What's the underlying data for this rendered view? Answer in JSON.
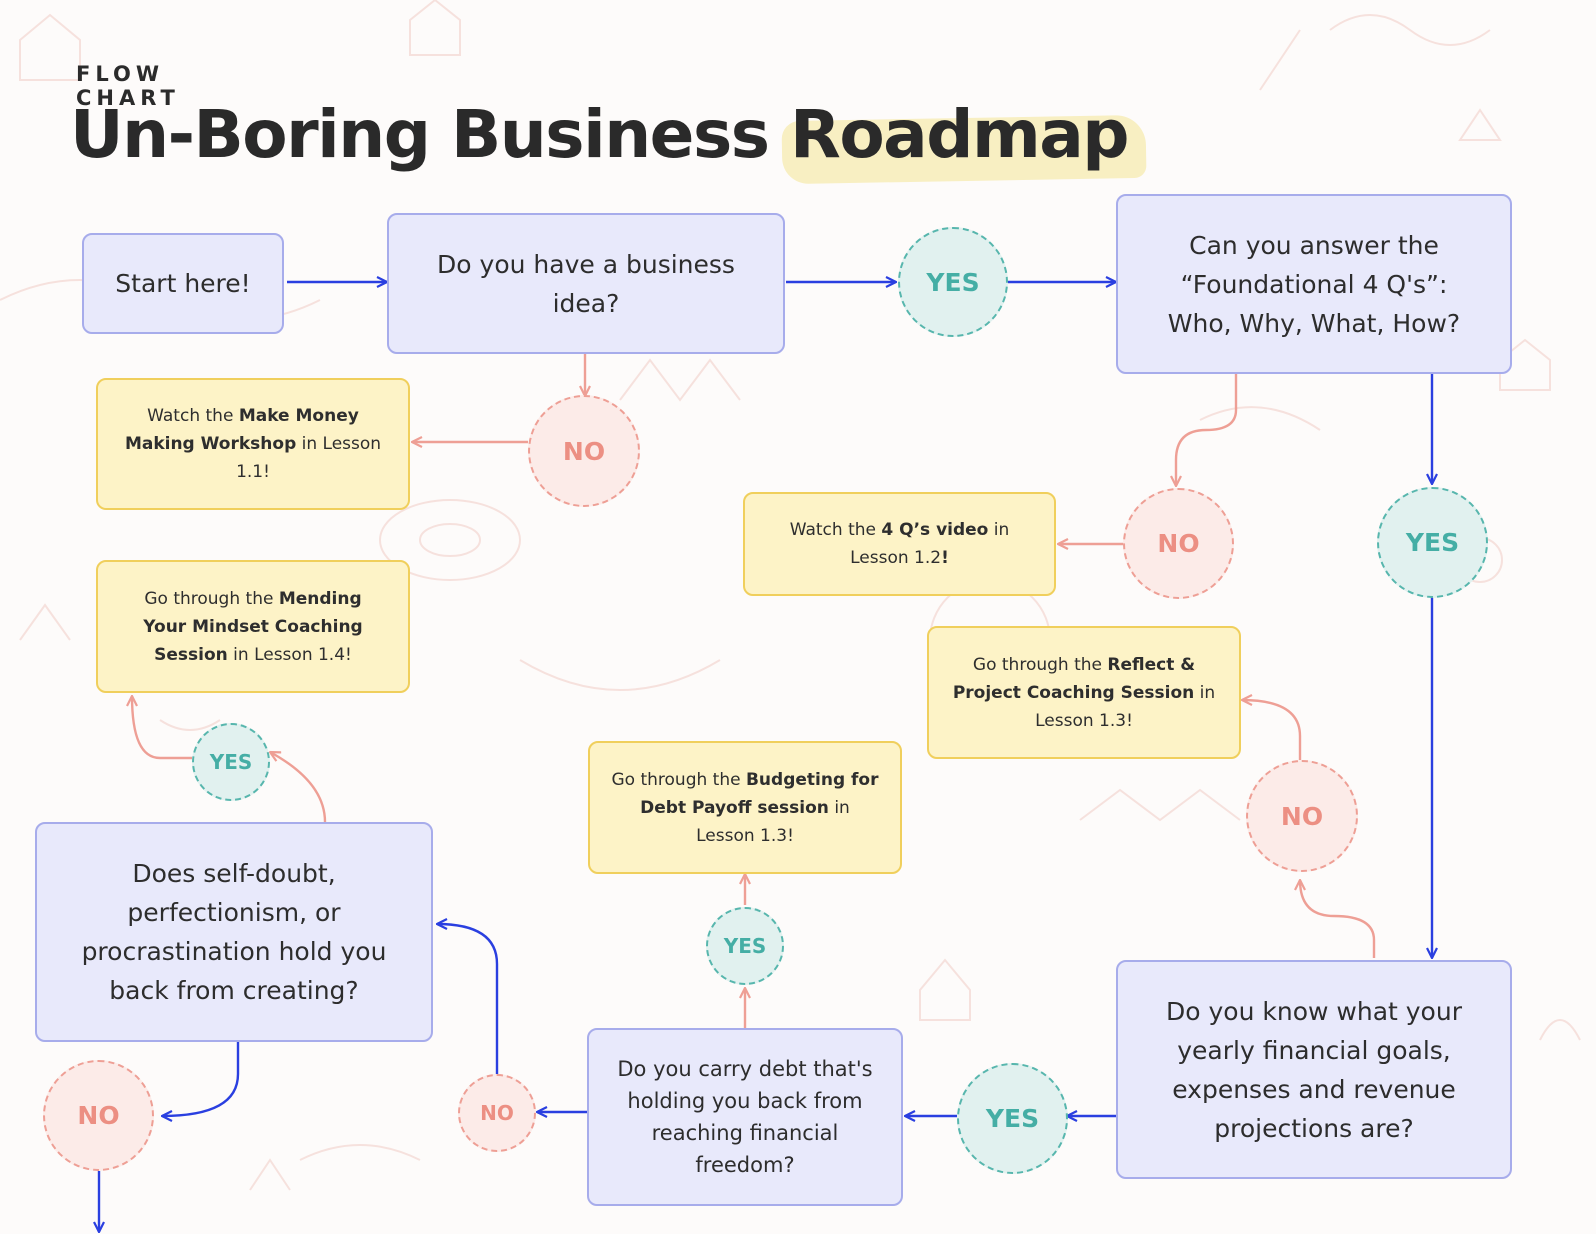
{
  "header": {
    "eyebrow": "FLOW CHART",
    "title_main": "Un-Boring Business ",
    "title_highlight": "Roadmap"
  },
  "colors": {
    "question_fill": "#e8e9fb",
    "question_border": "#a7aceb",
    "action_fill": "#fdf3c7",
    "action_border": "#f0cf5c",
    "yes_color": "#45aea5",
    "no_color": "#ec8f83",
    "yes_arrow": "#2a3fe0",
    "no_arrow": "#ee9f95",
    "title_highlight": "#f8efc2"
  },
  "questions": {
    "start": "Start here!",
    "business_idea": "Do you have a business idea?",
    "foundational": "Can you answer the “Foundational 4 Q's”: Who, Why, What, How?",
    "financial_goals": "Do you know what your yearly financial goals, expenses and revenue projections are?",
    "debt": "Do you carry debt that's holding you back from reaching financial freedom?",
    "self_doubt": "Does self-doubt, perfectionism, or procrastination hold you back from creating?"
  },
  "actions": {
    "make_money": {
      "pre": "Watch the ",
      "bold": "Make Money Making Workshop",
      "post": " in Lesson 1.1!"
    },
    "four_qs": {
      "pre": "Watch the ",
      "bold": "4 Q’s video",
      "post": " in Lesson 1.2",
      "bold_end": "!"
    },
    "mindset": {
      "pre": "Go through the ",
      "bold": "Mending Your Mindset Coaching Session",
      "post": " in Lesson 1.4!"
    },
    "reflect": {
      "pre": "Go through the ",
      "bold": "Reflect & Project Coaching Session",
      "post": " in Lesson 1.3!"
    },
    "budgeting": {
      "pre": "Go through the ",
      "bold": "Budgeting for Debt Payoff session",
      "post": " in Lesson 1.3!"
    }
  },
  "decisions": {
    "yes_label": "YES",
    "no_label": "NO"
  }
}
